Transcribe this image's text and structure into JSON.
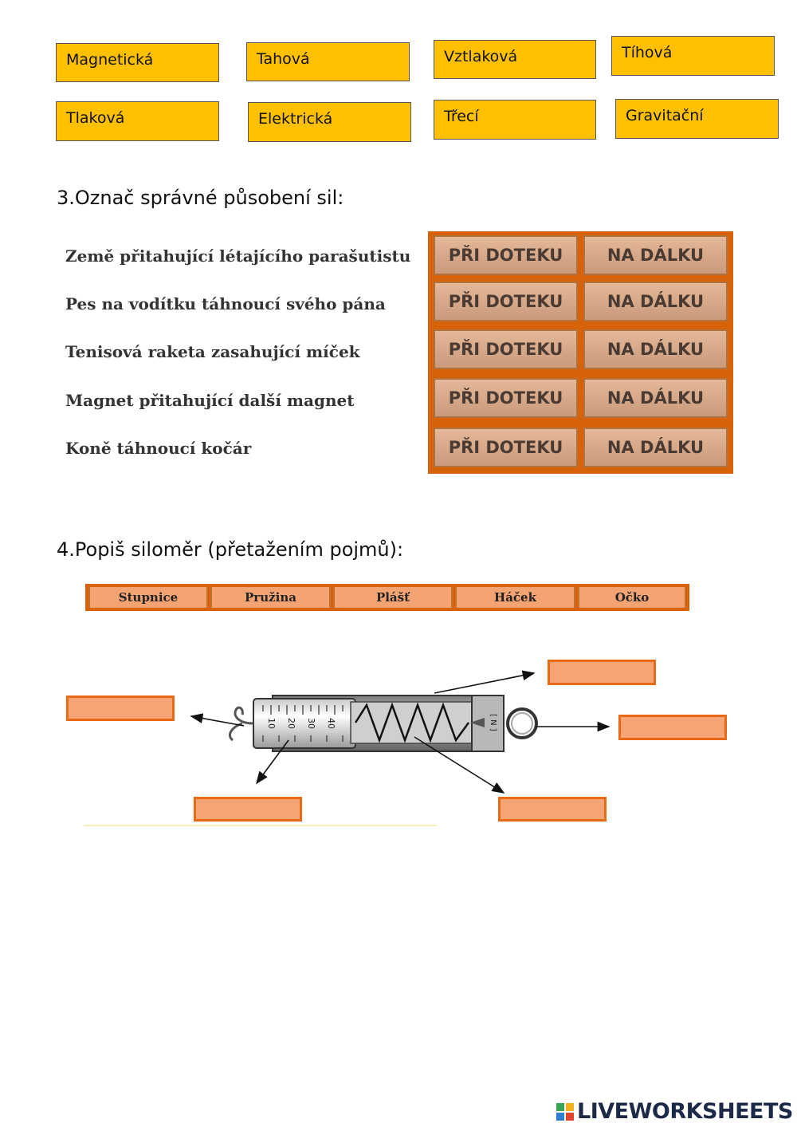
{
  "force_tiles": [
    "Magnetická",
    "Tahová",
    "Vztlaková",
    "Tíhová",
    "Tlaková",
    "Elektrická",
    "Třecí",
    "Gravitační"
  ],
  "section3": {
    "heading": "3.Označ správné působení sil:",
    "statements": [
      "Země přitahující létajícího parašutistu",
      "Pes na vodítku táhnoucí svého pána",
      "Tenisová raketa zasahující míček",
      "Magnet přitahující další magnet",
      "Koně táhnoucí kočár"
    ],
    "option_contact": "PŘI DOTEKU",
    "option_distance": "NA DÁLKU"
  },
  "section4": {
    "heading": "4.Popiš siloměr (přetažením pojmů):",
    "terms": [
      "Stupnice",
      "Pružina",
      "Plášť",
      "Háček",
      "Očko"
    ],
    "scale_marks": [
      "10",
      "20",
      "30",
      "40"
    ],
    "unit_label": "[ N ]"
  },
  "brand": "LIVEWORKSHEETS",
  "colors": {
    "tile": "#ffc000",
    "grid": "#d8620a",
    "term": "#f4a373",
    "drop": "#f6a474"
  }
}
